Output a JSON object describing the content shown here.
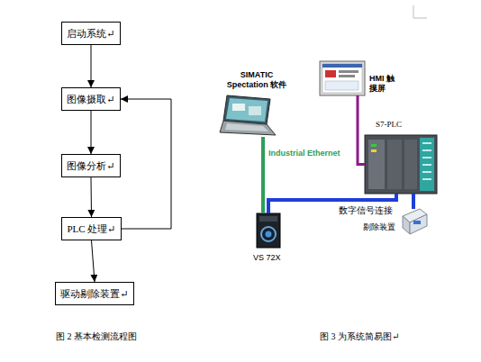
{
  "diagram": {
    "nodes": [
      {
        "text": [
          "启动系统↵"
        ]
      },
      {
        "text": [
          "图像摄取↵"
        ]
      },
      {
        "text": [
          "图像分析↵"
        ]
      },
      {
        "text": [
          "PLC 处理↵"
        ]
      },
      {
        "text": [
          "驱动剔除装置↵"
        ]
      },
      {
        "text": [
          "SIMATIC Spectation 软件"
        ]
      },
      {
        "text": [
          "HMI 触摸屏"
        ]
      },
      {
        "text": [
          "S7-PLC"
        ]
      },
      {
        "text": [
          "VS 72X"
        ]
      },
      {
        "text": [
          "剔除装置"
        ]
      }
    ],
    "edges": [
      {
        "from": 0,
        "to": 1,
        "arrow": "to"
      },
      {
        "from": 1,
        "to": 2,
        "arrow": "to"
      },
      {
        "from": 2,
        "to": 3,
        "arrow": "to"
      },
      {
        "from": 3,
        "to": 4,
        "arrow": "to"
      },
      {
        "from": 3,
        "to": 1,
        "arrow": "to"
      },
      {
        "from": 5,
        "to": 8,
        "label": "Industrial Ethernet",
        "arrow": "none"
      },
      {
        "from": 6,
        "to": 7,
        "arrow": "none"
      },
      {
        "from": 7,
        "to": 8,
        "arrow": "none"
      },
      {
        "from": 7,
        "to": 9,
        "arrow": "none"
      }
    ],
    "labels": [
      "数字信号连接",
      "图 2 基本检测流程图",
      "图 3 为系统简易图↵"
    ]
  }
}
